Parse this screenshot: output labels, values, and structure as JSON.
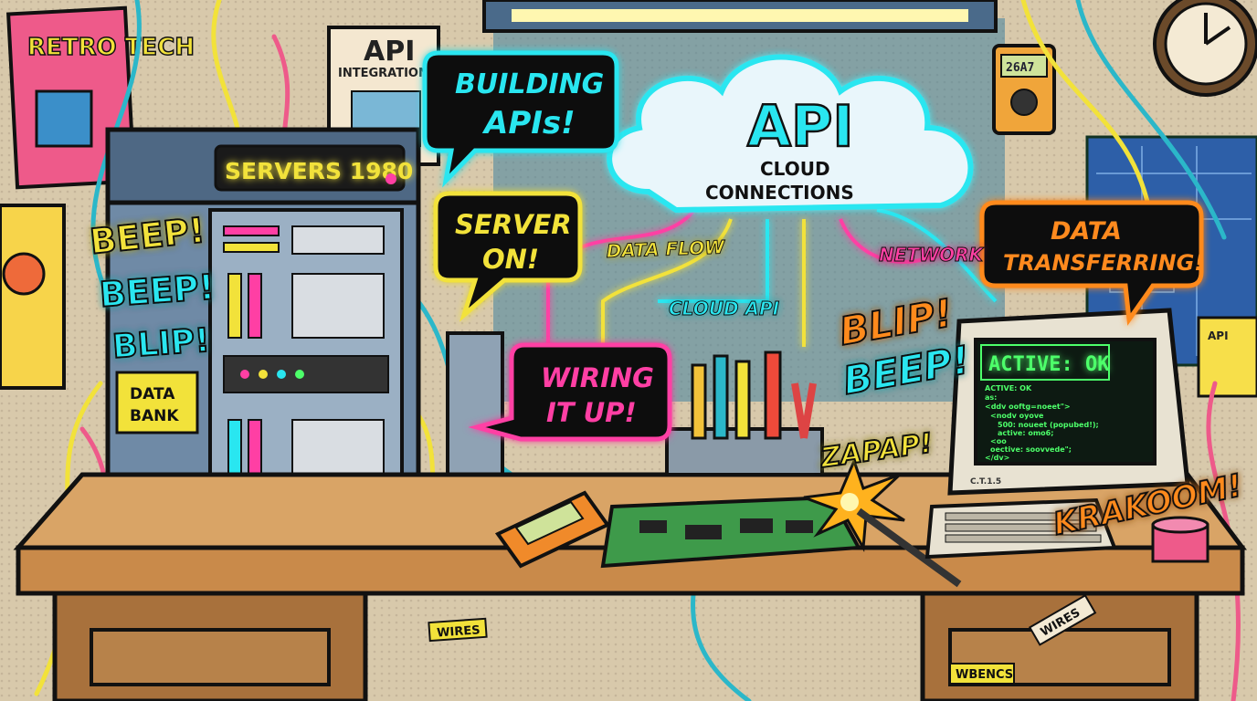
{
  "posters": {
    "retro_tech": "RETRO TECH",
    "api_title": "API",
    "api_subtitle": "INTEGRATION",
    "note_header": "API"
  },
  "server": {
    "label": "SERVERS 1980",
    "data_bank_line1": "DATA",
    "data_bank_line2": "BANK"
  },
  "sound_effects": {
    "beep1": "BEEP!",
    "beep2": "BEEP!",
    "blip1": "BLIP!",
    "blip2": "BLIP!",
    "beep3": "BEEP!",
    "zapap": "ZAPAP!",
    "krakoom": "KRAKOOM!"
  },
  "bubbles": {
    "building_line1": "BUILDING",
    "building_line2": "APIs!",
    "server_on_line1": "SERVER",
    "server_on_line2": "ON!",
    "wiring_line1": "WIRING",
    "wiring_line2": "IT UP!",
    "data_transfer_line1": "DATA",
    "data_transfer_line2": "TRANSFERRING!"
  },
  "cloud": {
    "title": "API",
    "subtitle_line1": "CLOUD",
    "subtitle_line2": "CONNECTIONS"
  },
  "wire_labels": {
    "data_flow": "DATA FLOW",
    "cloud_api": "CLOUD API",
    "network": "NETWORK"
  },
  "monitor": {
    "status": "ACTIVE: OK",
    "code_lines": [
      "ACTIVE: OK",
      "as:",
      "<ddv ooftg=noeet\">",
      "<nodv oyove",
      "500: noueet (popubed!);",
      "active: omo6;",
      "<oo",
      "oective: soovvede\";",
      "</dv>"
    ],
    "brand": "C.T.1.5"
  },
  "meter_readout": "26A7",
  "tags": {
    "wires_left": "WIRES",
    "wires_right": "WIRES",
    "wbencs": "WBENCS"
  },
  "colors": {
    "neon_cyan": "#29e6f0",
    "neon_yellow": "#f2e23a",
    "neon_pink": "#ff3fa4",
    "neon_orange": "#ff8a1e",
    "terminal_green": "#4dff6a",
    "desk_wood": "#c98a4a"
  }
}
